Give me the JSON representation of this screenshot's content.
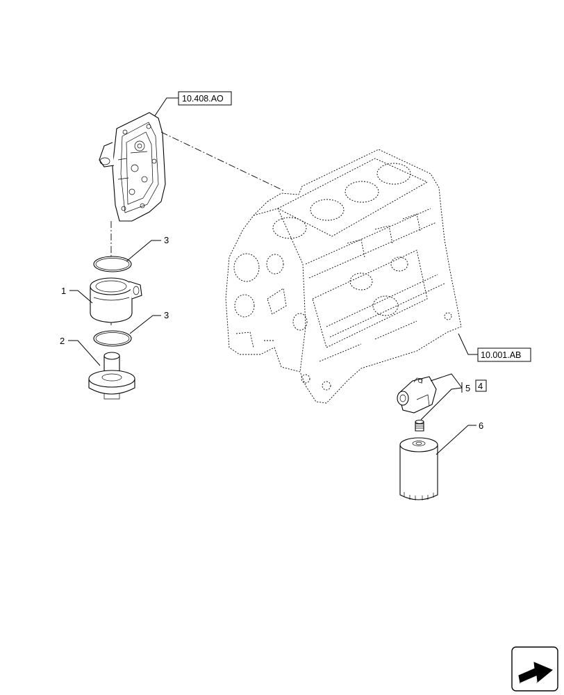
{
  "diagram": {
    "callouts": [
      {
        "id": "c1",
        "text": "1"
      },
      {
        "id": "c2",
        "text": "2"
      },
      {
        "id": "c3a",
        "text": "3"
      },
      {
        "id": "c3b",
        "text": "3"
      },
      {
        "id": "c5",
        "text": "5"
      },
      {
        "id": "c4",
        "text": "4"
      },
      {
        "id": "c6",
        "text": "6"
      }
    ],
    "references": [
      {
        "id": "ref_cover",
        "text": "10.408.AO"
      },
      {
        "id": "ref_block",
        "text": "10.001.AB"
      }
    ],
    "nav_icon": "arrow-next-icon"
  }
}
